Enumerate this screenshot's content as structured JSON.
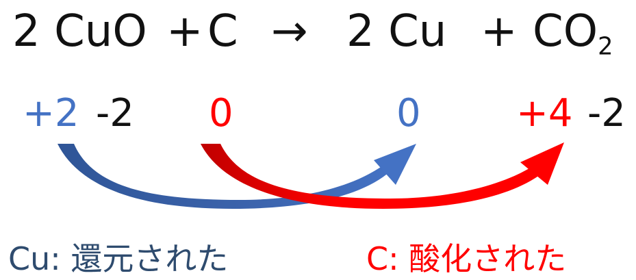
{
  "equation": {
    "reactant_cuo": "2 CuO",
    "plus1": "+",
    "reactant_c": "C",
    "arrow": "→",
    "product_cu": "2 Cu",
    "plus2": "+",
    "product_co2_main": "CO",
    "product_co2_sub": "2"
  },
  "oxidation_numbers": {
    "cu_in_cuo": "+2",
    "o_in_cuo": "-2",
    "c_reactant": "0",
    "cu_product": "0",
    "c_in_co2": "+4",
    "o_in_co2": "-2"
  },
  "labels": {
    "cu_element": "Cu",
    "cu_colon": ":",
    "cu_text": "還元された",
    "c_element": "C",
    "c_colon": ":",
    "c_text": "酸化された"
  },
  "colors": {
    "reduction": "#4472c4",
    "reduction_dark": "#2f5597",
    "oxidation": "#ff0000",
    "oxidation_dark": "#c00000",
    "label_dark": "#2e4b6e"
  }
}
